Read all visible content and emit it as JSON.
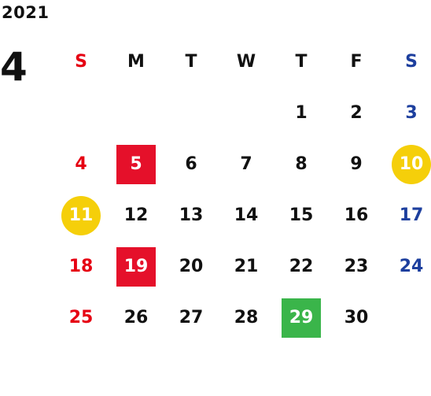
{
  "year": "2021",
  "month": "4",
  "weekdays": [
    "S",
    "M",
    "T",
    "W",
    "T",
    "F",
    "S"
  ],
  "colors": {
    "sunday_text": "#e60012",
    "saturday_text": "#1d3f9e",
    "holiday_box_red": "#e5102a",
    "highlight_box_green": "#3ab54a",
    "highlight_circle_yellow": "#f5cf0a"
  },
  "weeks": [
    [
      {
        "day": ""
      },
      {
        "day": ""
      },
      {
        "day": ""
      },
      {
        "day": ""
      },
      {
        "day": "1"
      },
      {
        "day": "2"
      },
      {
        "day": "3"
      }
    ],
    [
      {
        "day": "4"
      },
      {
        "day": "5",
        "mark": "red-box"
      },
      {
        "day": "6"
      },
      {
        "day": "7"
      },
      {
        "day": "8"
      },
      {
        "day": "9"
      },
      {
        "day": "10",
        "mark": "yellow-circle"
      }
    ],
    [
      {
        "day": "11",
        "mark": "yellow-circle"
      },
      {
        "day": "12"
      },
      {
        "day": "13"
      },
      {
        "day": "14"
      },
      {
        "day": "15"
      },
      {
        "day": "16"
      },
      {
        "day": "17"
      }
    ],
    [
      {
        "day": "18"
      },
      {
        "day": "19",
        "mark": "red-box"
      },
      {
        "day": "20"
      },
      {
        "day": "21"
      },
      {
        "day": "22"
      },
      {
        "day": "23"
      },
      {
        "day": "24"
      }
    ],
    [
      {
        "day": "25"
      },
      {
        "day": "26"
      },
      {
        "day": "27"
      },
      {
        "day": "28"
      },
      {
        "day": "29",
        "mark": "green-box"
      },
      {
        "day": "30"
      },
      {
        "day": ""
      }
    ]
  ]
}
